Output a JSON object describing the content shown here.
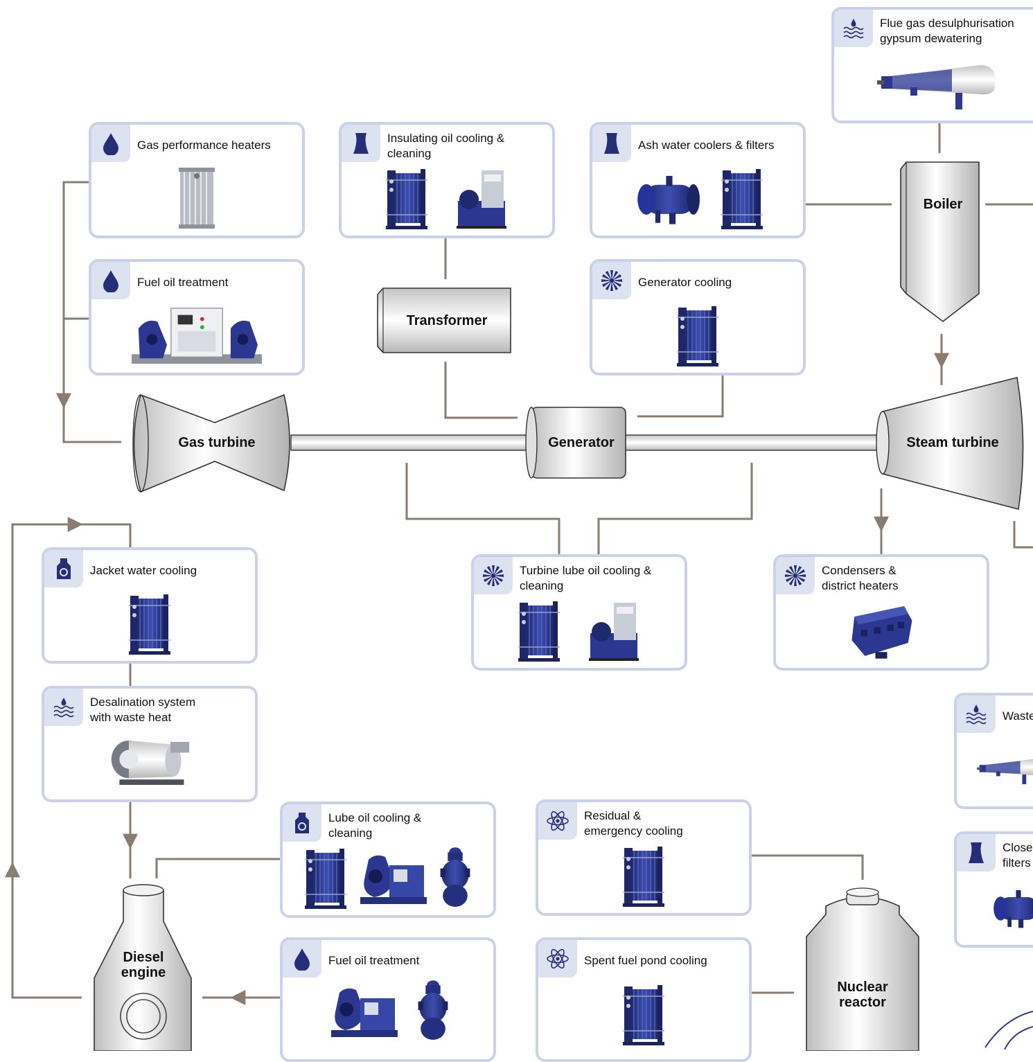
{
  "equipment": {
    "flue_gas": "Flue gas desulphurisation\ngypsum dewatering",
    "gas_heaters": "Gas performance heaters",
    "insulating_oil": "Insulating oil cooling &\ncleaning",
    "ash_water": "Ash water coolers & filters",
    "fuel_oil_top": "Fuel oil treatment",
    "generator_cooling": "Generator cooling",
    "jacket_water": "Jacket water cooling",
    "turbine_lube": "Turbine lube oil cooling &\ncleaning",
    "condensers": "Condensers &\ndistrict heaters",
    "desalination": "Desalination system\nwith waste heat",
    "waste_water": "Waste",
    "lube_oil": "Lube oil cooling &\ncleaning",
    "residual_cooling": "Residual &\nemergency cooling",
    "closed_filters": "Closed\nfilters",
    "fuel_oil_bottom": "Fuel oil treatment",
    "spent_fuel": "Spent fuel pond cooling"
  },
  "plant": {
    "boiler": "Boiler",
    "transformer": "Transformer",
    "gas_turbine": "Gas turbine",
    "generator": "Generator",
    "steam_turbine": "Steam turbine",
    "diesel_engine": "Diesel\nengine",
    "nuclear_reactor": "Nuclear\nreactor"
  },
  "icons": {
    "droplet": "droplet-icon",
    "cooling_tower": "cooling-tower-icon",
    "fan": "fan-icon",
    "water_waves": "water-waves-icon",
    "oil_can": "oil-can-icon",
    "atom": "atom-icon"
  },
  "colors": {
    "card_border": "#c9d2e8",
    "icon_tab": "#dde2f1",
    "icon": "#252f78",
    "connector": "#8a7d70",
    "equipment": "#2e3a8c"
  }
}
